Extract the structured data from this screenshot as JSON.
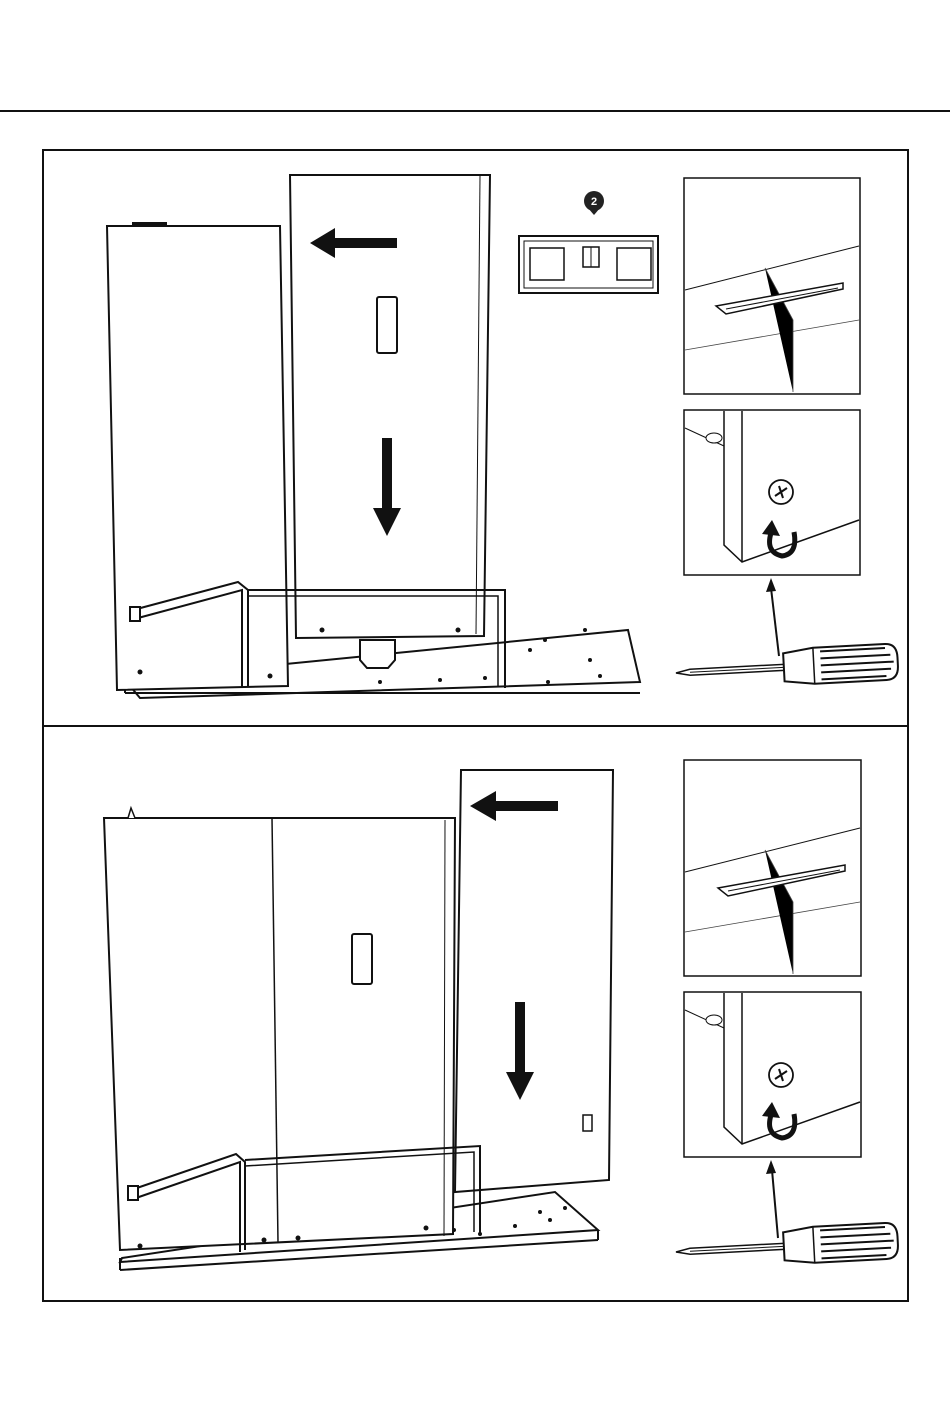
{
  "step_marker": {
    "number": "2"
  },
  "panels": [
    {
      "id": "top",
      "detail_views": [
        "slot-detail",
        "screw-detail"
      ],
      "tool": "screwdriver-icon"
    },
    {
      "id": "bottom",
      "detail_views": [
        "slot-detail",
        "screw-detail"
      ],
      "tool": "screwdriver-icon"
    }
  ]
}
